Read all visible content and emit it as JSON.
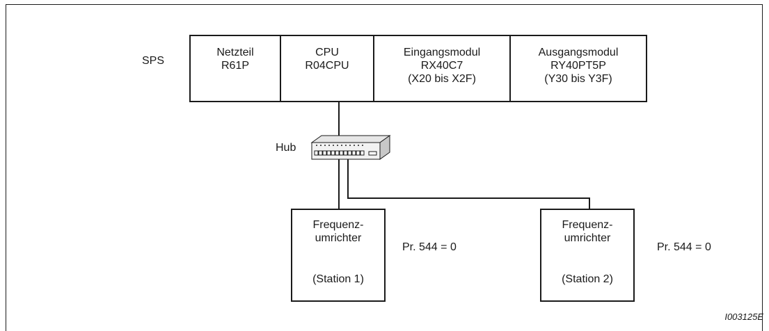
{
  "plc": {
    "label": "SPS",
    "modules": [
      {
        "lines": [
          "Netzteil",
          "R61P"
        ]
      },
      {
        "lines": [
          "CPU",
          "R04CPU"
        ]
      },
      {
        "lines": [
          "Eingangsmodul",
          "RX40C7",
          "(X20 bis X2F)"
        ]
      },
      {
        "lines": [
          "Ausgangsmodul",
          "RY40PT5P",
          "(Y30 bis Y3F)"
        ]
      }
    ]
  },
  "hub": {
    "label": "Hub",
    "icon": "network-hub-icon"
  },
  "inverters": [
    {
      "line1": "Frequenz-",
      "line2": "umrichter",
      "station": "(Station 1)",
      "param": "Pr. 544 = 0"
    },
    {
      "line1": "Frequenz-",
      "line2": "umrichter",
      "station": "(Station 2)",
      "param": "Pr. 544 = 0"
    }
  ],
  "figure_id": "I003125E"
}
